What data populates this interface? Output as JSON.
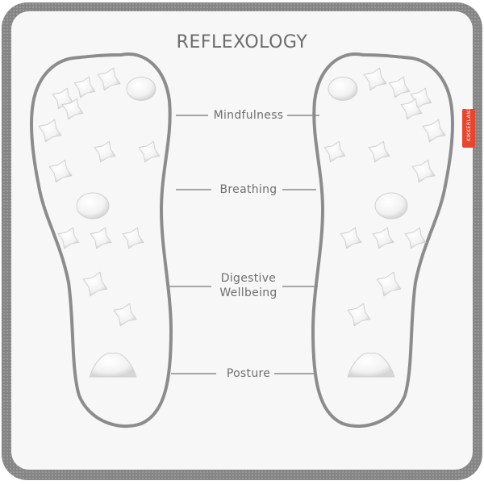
{
  "product": {
    "title": "REFLEXOLOGY",
    "brand": "KIKKERLAND",
    "zones": [
      {
        "label": "Mindfulness"
      },
      {
        "label": "Breathing"
      },
      {
        "label": "Digestive Wellbeing",
        "lines": [
          "Digestive",
          "Wellbeing"
        ]
      },
      {
        "label": "Posture"
      }
    ]
  },
  "colors": {
    "mat_border": "#8a8a8a",
    "mat_surface": "#f7f7f7",
    "foot_outline": "#8c8c8c",
    "text": "#6f6f6f",
    "brand_tag": "#e8452c"
  }
}
